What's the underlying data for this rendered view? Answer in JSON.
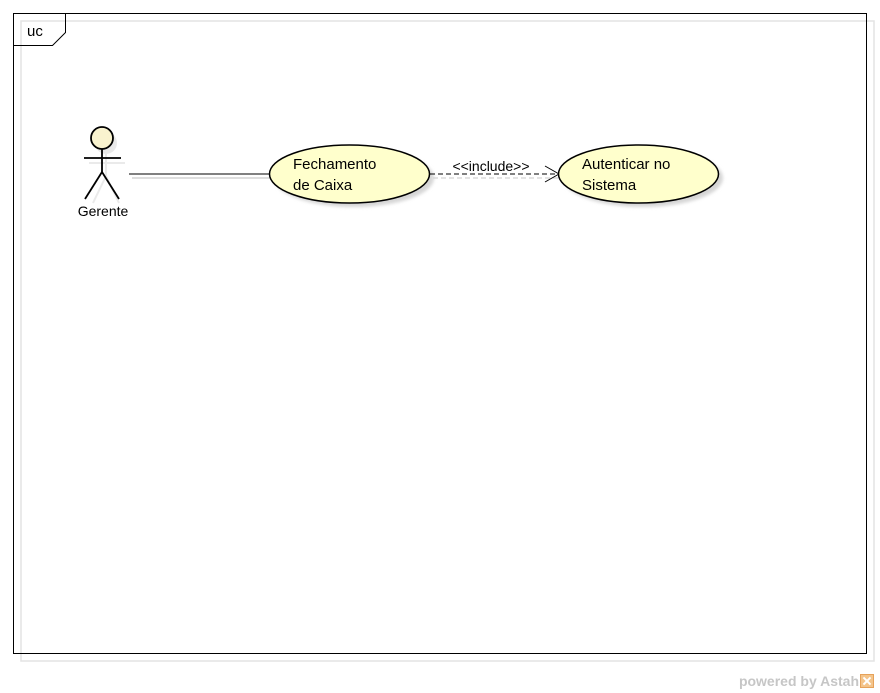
{
  "frame": {
    "label": "uc"
  },
  "actors": [
    {
      "name": "Gerente"
    }
  ],
  "use_cases": [
    {
      "id": "fechamento",
      "lines": [
        "Fechamento",
        "de Caixa"
      ]
    },
    {
      "id": "autenticar",
      "lines": [
        "Autenticar no",
        "Sistema"
      ]
    }
  ],
  "relations": [
    {
      "type": "association",
      "from": "Gerente",
      "to": "fechamento"
    },
    {
      "type": "include",
      "from": "fechamento",
      "to": "autenticar",
      "label": "<<include>>"
    }
  ],
  "colors": {
    "use_case_fill": "#ffffcc",
    "actor_head_fill": "#f9f3cf",
    "shadow": "#d9d9d9",
    "stroke": "#000000"
  },
  "watermark": {
    "text": "powered by Astah"
  }
}
